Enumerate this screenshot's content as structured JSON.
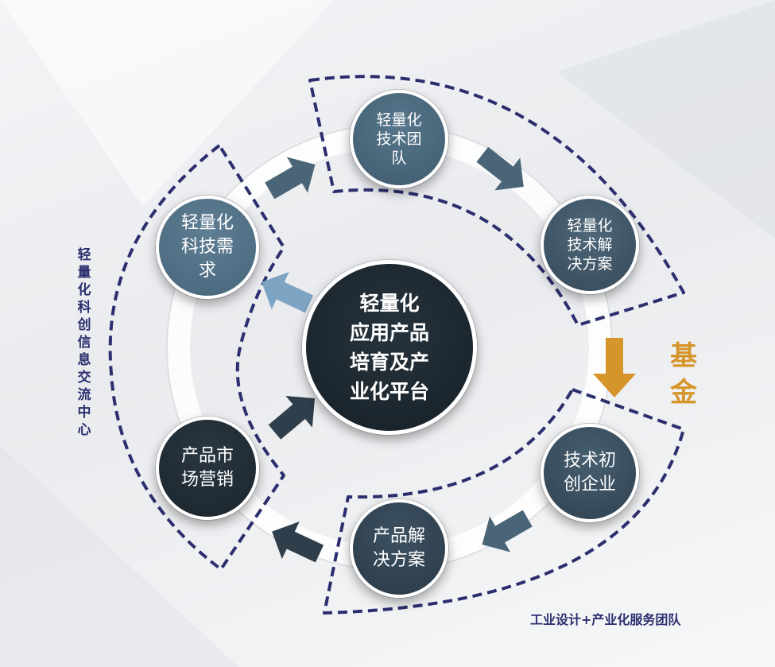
{
  "colors": {
    "dashed_border": "#2b2f6e",
    "node_light": "#4b6a80",
    "node_mid": "#3d5568",
    "node_dark": "#1f2a33",
    "arrow_light": "#7ea4c4",
    "arrow_mid": "#4a6577",
    "arrow_dark": "#2e3e4a",
    "fund_orange": "#d6952a",
    "label_navy": "#2b2f6e"
  },
  "nodes": {
    "tech_team": "轻量化\n技术团\n队",
    "tech_solution": "轻量化\n技术解\n决方案",
    "demand": "轻量化\n科技需\n求",
    "center": "轻量化\n应用产品\n培育及产\n业化平台",
    "startup": "技术初\n创企业",
    "product_solution": "产品解\n决方案",
    "marketing": "产品市\n场营销"
  },
  "labels": {
    "info_center": "轻量化科创信息交流中心",
    "fund": "基金",
    "service_team": "工业设计+产业化服务团队"
  },
  "icons": [
    "arrow-icon",
    "down-arrow-icon"
  ]
}
